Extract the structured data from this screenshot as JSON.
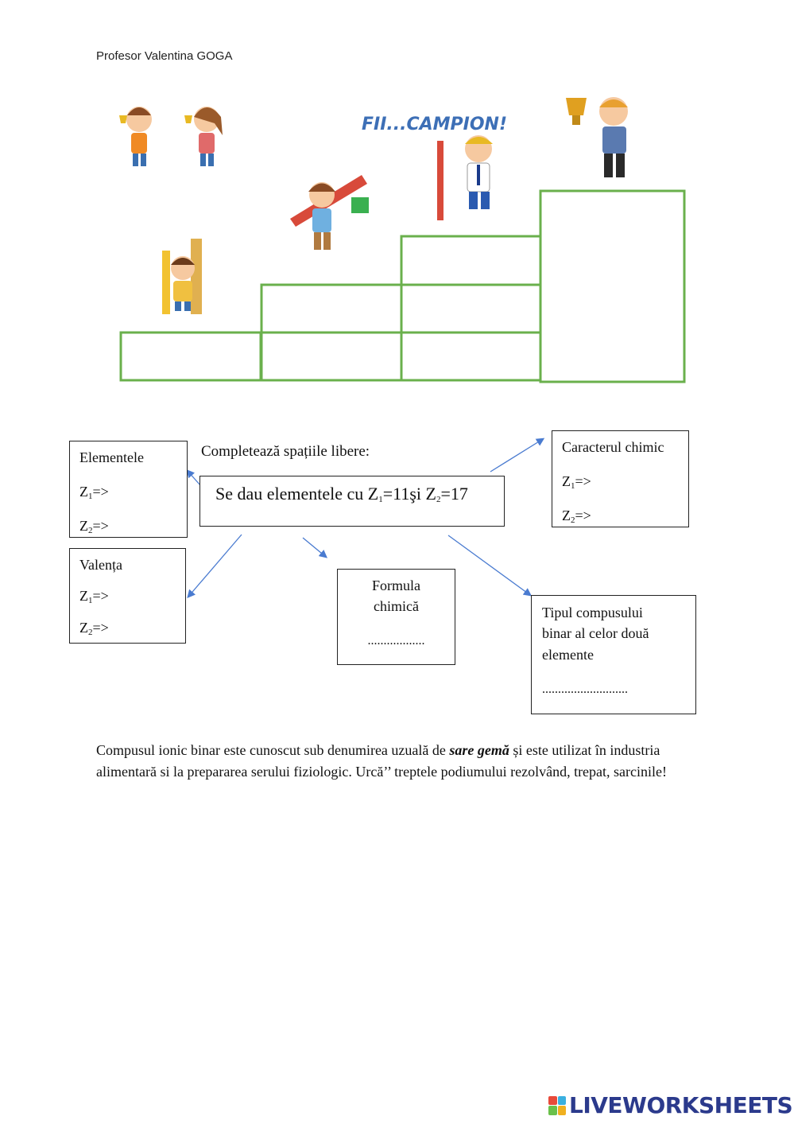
{
  "author": "Profesor Valentina GOGA",
  "podium": {
    "slogan": "FII...CAMPION!"
  },
  "instruction": "Completează spațiile libere:",
  "main": {
    "prefix": "Se dau elementele cu Z",
    "eq1": "=11şi Z",
    "eq2": "=17",
    "sub1": "1",
    "sub2": "2"
  },
  "elements_box": {
    "title": "Elementele",
    "z1": "Z",
    "z1_sub": "1",
    "z1_arrow": "=>",
    "z2": "Z",
    "z2_sub": "2",
    "z2_arrow": "=>"
  },
  "valence_box": {
    "title": "Valența",
    "z1": "Z",
    "z1_sub": "1",
    "z1_arrow": "=>",
    "z2": "Z",
    "z2_sub": "2",
    "z2_arrow": "=>"
  },
  "chemical_box": {
    "title": "Caracterul chimic",
    "z1": "Z",
    "z1_sub": "1",
    "z1_arrow": "=>",
    "z2": "Z",
    "z2_sub": "2",
    "z2_arrow": "=>"
  },
  "formula_box": {
    "line1": "Formula",
    "line2": "chimică",
    "blank": ".................."
  },
  "compound_box": {
    "line1": "Tipul compusului",
    "line2": "binar al celor două",
    "line3": "elemente",
    "blank": "..........................."
  },
  "paragraph": {
    "part1": "Compusul ionic binar este cunoscut sub denumirea uzuală de ",
    "emph": "sare gemă",
    "part2": " și este utilizat în industria alimentară si la prepararea serului fiziologic. Urcă’’ treptele podiumului rezolvând, trepat, sarcinile!"
  },
  "logo": {
    "text": "LIVEWORKSHEETS"
  },
  "colors": {
    "podium_green": "#6ab04c",
    "arrow_blue": "#4a7bd0",
    "slogan_blue": "#3d6fb6",
    "logo_blue": "#2b3a8c"
  }
}
